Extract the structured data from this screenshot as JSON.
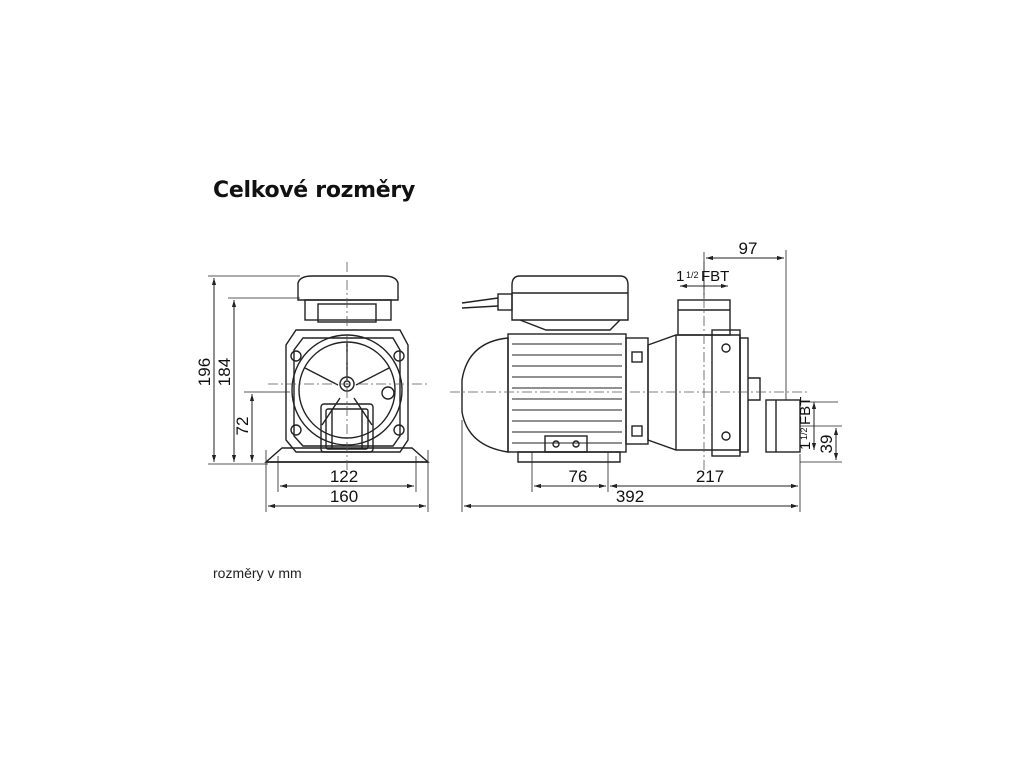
{
  "title": "Celkové rozměry",
  "note": "rozměry v mm",
  "colors": {
    "line": "#222222",
    "background": "#ffffff"
  },
  "front_view": {
    "height_total": "196",
    "height_axis_top": "184",
    "outlet_axis_height": "72",
    "foot_inner_width": "122",
    "foot_outer_width": "160"
  },
  "side_view": {
    "outlet_offset": "97",
    "outlet_thread": "1",
    "outlet_thread_frac": "1/2",
    "outlet_thread_unit": "FBT",
    "inlet_thread": "1",
    "inlet_thread_frac": "1/2",
    "inlet_thread_unit": "FBT",
    "inlet_height": "39",
    "foot_width": "76",
    "foot_to_end": "217",
    "length_total": "392"
  }
}
